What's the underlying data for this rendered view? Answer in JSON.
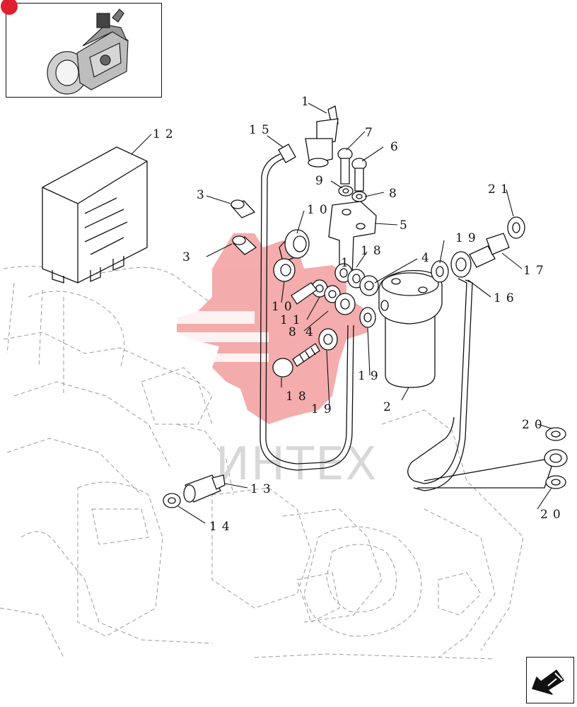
{
  "watermark": {
    "text": "ИНТЕХ",
    "logo_color": "#f3a3a3",
    "text_color": "#d8d8d8"
  },
  "thumbnail": {
    "icon": "engine-thumbnail-icon",
    "badge_color": "#e0202e"
  },
  "nav": {
    "icon": "arrow-back-icon"
  },
  "callouts": {
    "c1": "1",
    "c15": "15",
    "c7": "7",
    "c6": "6",
    "c12": "12",
    "c9": "9",
    "c8a": "8",
    "c3a": "3",
    "c3b": "3",
    "c10a": "10",
    "c5": "5",
    "c21": "21",
    "c19a": "19",
    "c17": "17",
    "c18a": "18",
    "c11a": "1",
    "c4": "4",
    "c16": "16",
    "c10b": "10",
    "c11b": "11",
    "c8b": "8",
    "c4b": "4",
    "c19b": "19",
    "c18b": "18",
    "c19c": "19",
    "c2": "2",
    "c20a": "20",
    "c20b": "20",
    "c13": "13",
    "c14": "14"
  }
}
